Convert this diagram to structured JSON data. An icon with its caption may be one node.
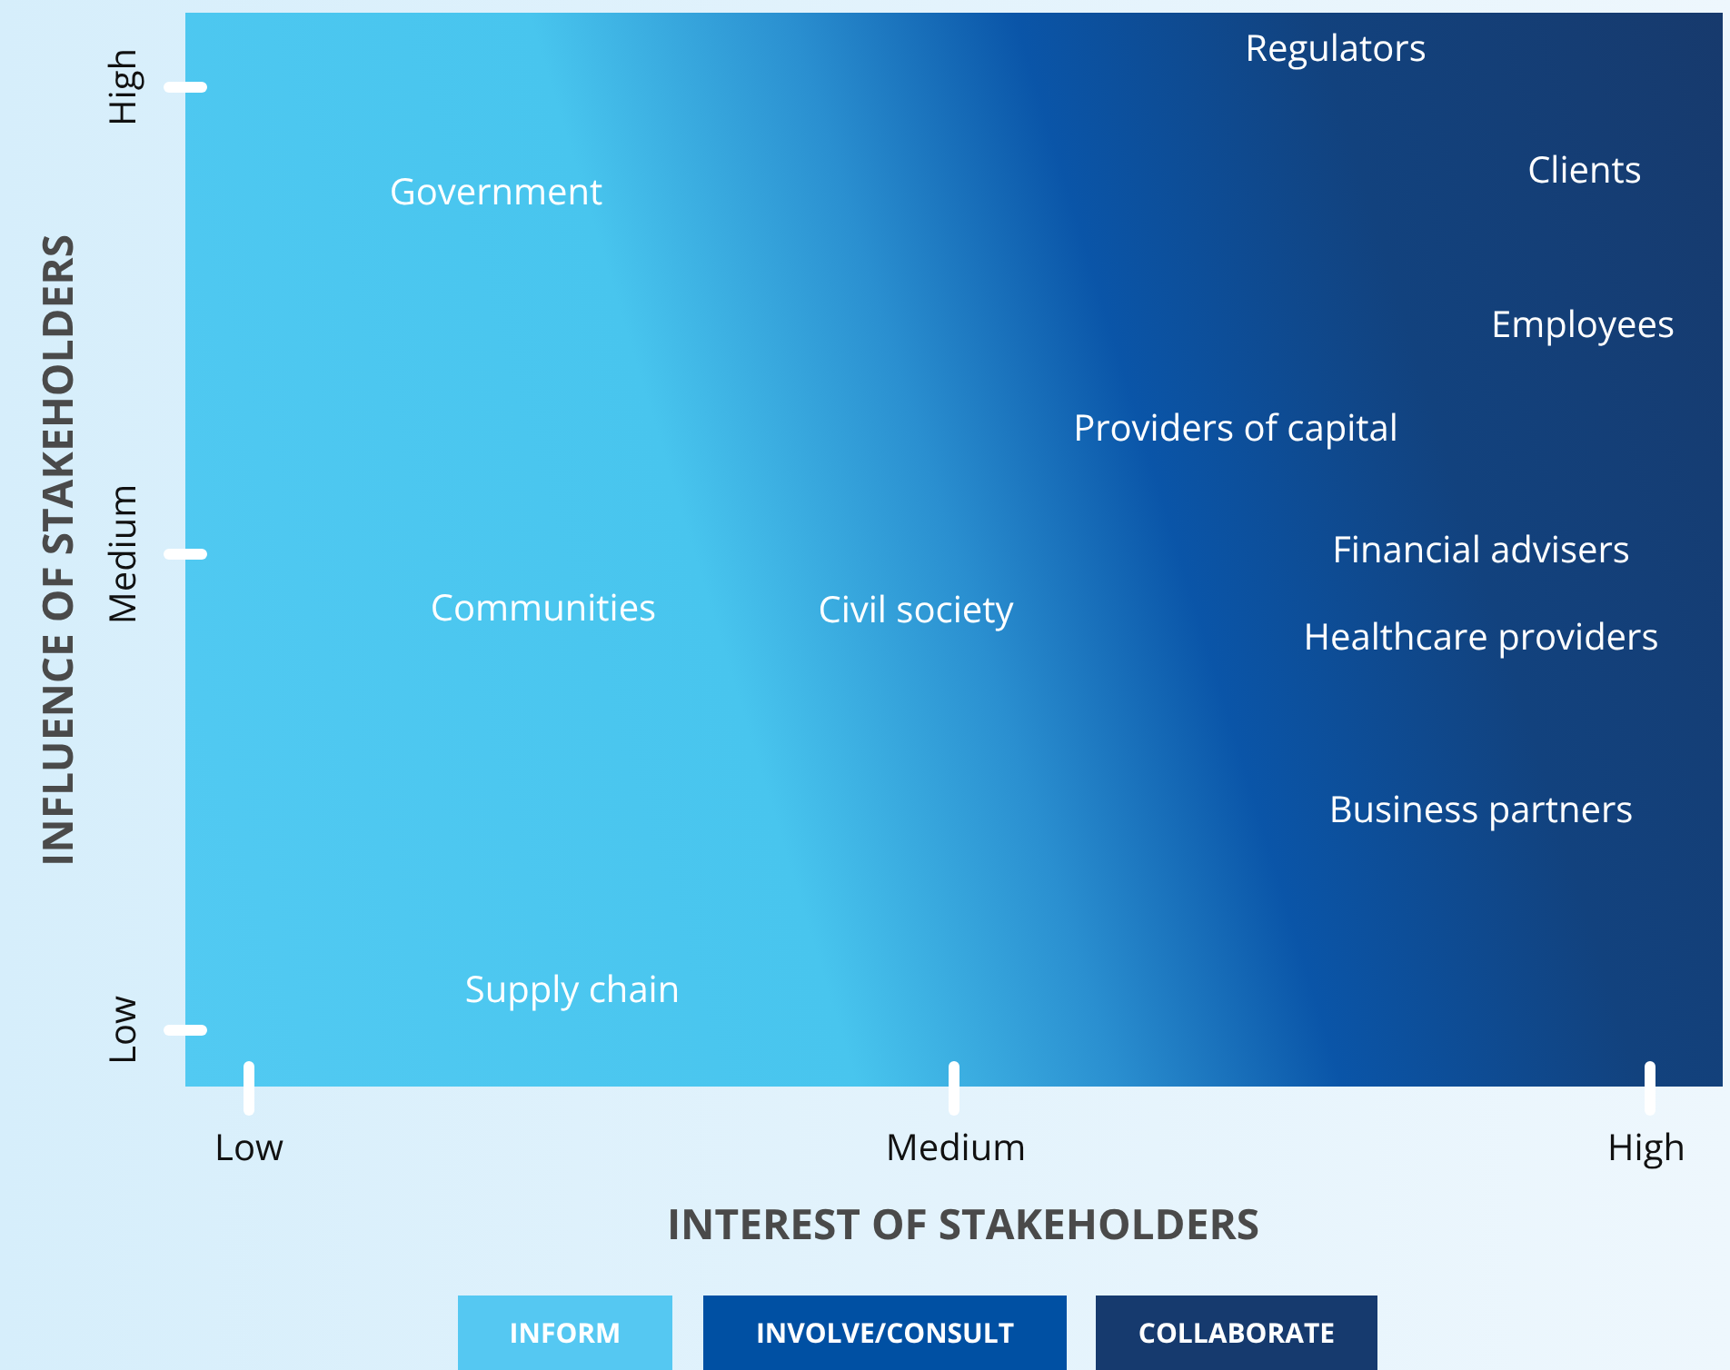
{
  "diagram": {
    "labels": [
      "Regulators",
      "Government",
      "Clients",
      "Employees",
      "Providers of capital",
      "Financial advisers",
      "Communities",
      "Civil society",
      "Healthcare providers",
      "Business partners",
      "Supply chain",
      "High",
      "Medium",
      "Low",
      "INFLUENCE OF STAKEHOLDERS",
      "Low",
      "Medium",
      "High",
      "INTEREST OF STAKEHOLDERS"
    ],
    "legend": [
      {
        "text": "INFORM",
        "color": "#55c8f2"
      },
      {
        "text": "INVOLVE/CONSULT",
        "color": "#0050a3"
      },
      {
        "text": "COLLABORATE",
        "color": "#163a6e"
      }
    ]
  }
}
